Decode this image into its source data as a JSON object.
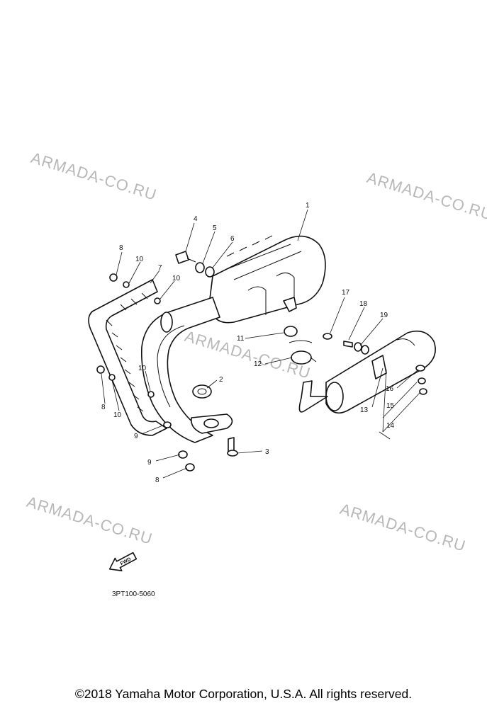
{
  "watermarks": [
    "ARMADA-CO.RU",
    "ARMADA-CO.RU",
    "ARMADA-CO.RU",
    "ARMADA-CO.RU",
    "ARMADA-CO.RU"
  ],
  "callouts": [
    "1",
    "2",
    "3",
    "4",
    "5",
    "6",
    "7",
    "8",
    "10",
    "10",
    "10",
    "10",
    "8",
    "9",
    "9",
    "8",
    "11",
    "12",
    "13",
    "14",
    "15",
    "16",
    "17",
    "18",
    "19"
  ],
  "fwd_label": "FWD",
  "diagram_code": "3PT100-5060",
  "copyright": "©2018 Yamaha Motor Corporation, U.S.A. All rights reserved."
}
